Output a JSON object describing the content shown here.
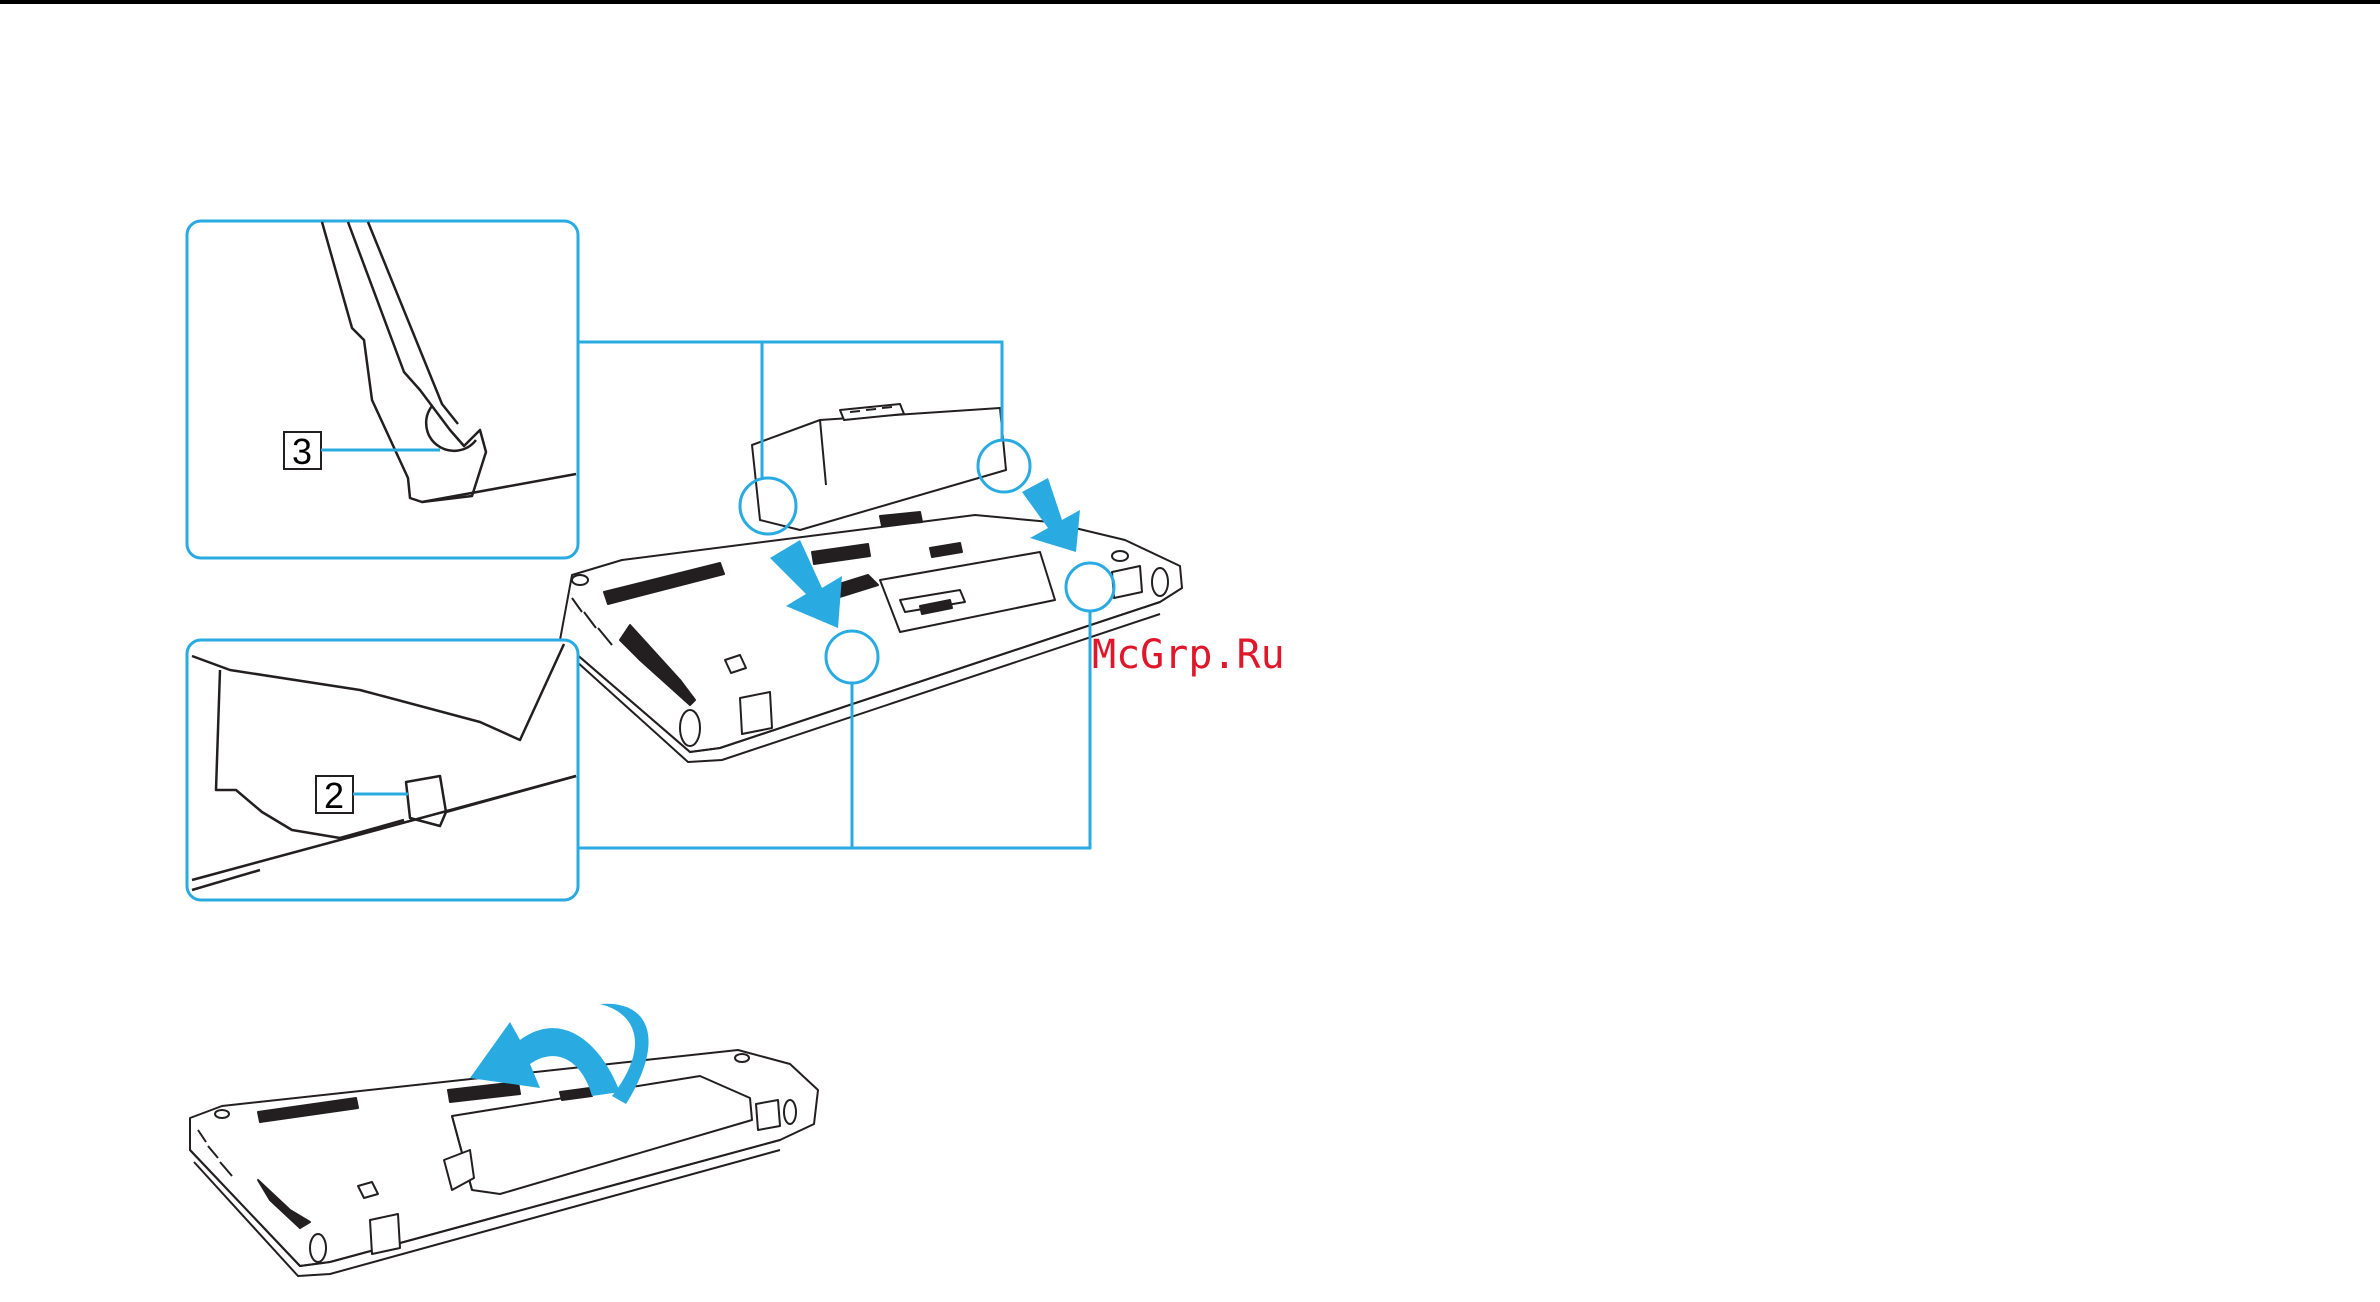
{
  "page": {
    "callouts": {
      "release_latch": "3",
      "battery_tab": "2"
    },
    "watermark": "McGrp.Ru",
    "colors": {
      "accent": "#29abe2",
      "line": "#231f20",
      "watermark": "#e0172b",
      "rule": "#000000"
    },
    "icons": {
      "insert_arrow": "arrow-down-right-icon",
      "rotate_arrow": "curved-arrow-icon"
    }
  }
}
